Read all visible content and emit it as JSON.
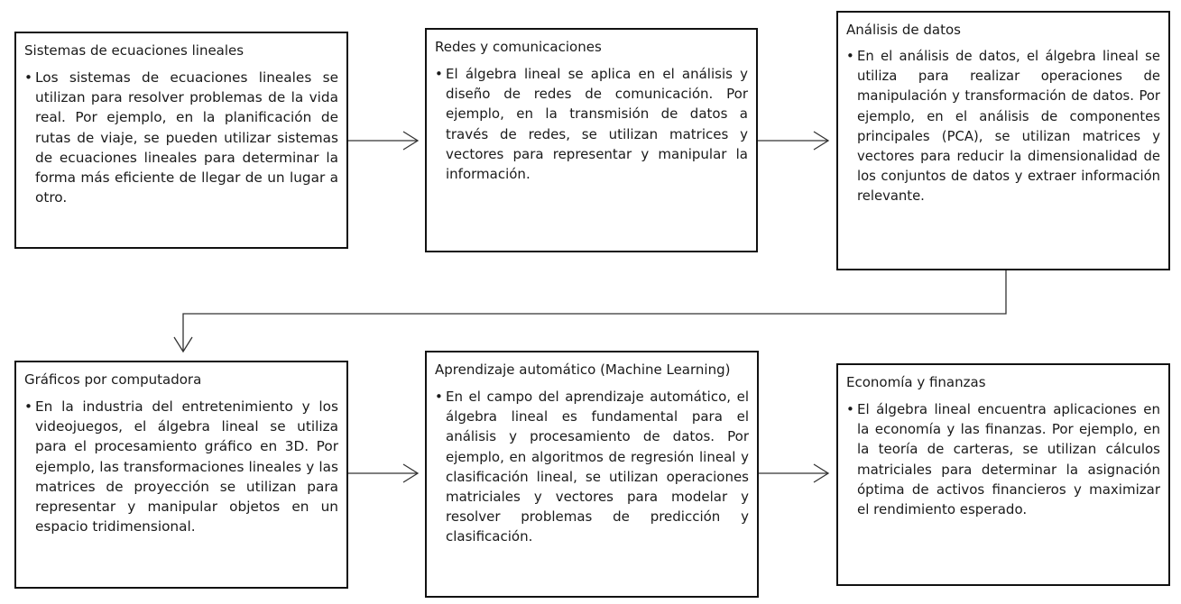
{
  "flow": {
    "boxes": [
      {
        "title": "Sistemas de ecuaciones lineales",
        "bullet": "•",
        "text": "Los sistemas de ecuaciones lineales se utilizan para resolver problemas de la vida real. Por ejemplo, en la planificación de rutas de viaje, se pueden utilizar sistemas de ecuaciones lineales para determinar la forma más eficiente de llegar de un lugar a otro."
      },
      {
        "title": "Redes y comunicaciones",
        "bullet": "•",
        "text": "El álgebra lineal se aplica en el análisis y diseño de redes de comunicación. Por ejemplo, en la transmisión de datos a través de redes, se utilizan matrices y vectores para representar y manipular la información."
      },
      {
        "title": "Análisis de datos",
        "bullet": "•",
        "text": "En el análisis de datos, el álgebra lineal se utiliza para realizar operaciones de manipulación y transformación de datos. Por ejemplo, en el análisis de componentes principales (PCA), se utilizan matrices y vectores para reducir la dimensionalidad de los conjuntos de datos y extraer información relevante."
      },
      {
        "title": "Gráficos por computadora",
        "bullet": "•",
        "text": "En la industria del entretenimiento y los videojuegos, el álgebra lineal se utiliza para el procesamiento gráfico en 3D. Por ejemplo, las transformaciones lineales y las matrices de proyección se utilizan para representar y manipular objetos en un espacio tridimensional."
      },
      {
        "title": "Aprendizaje automático (Machine Learning)",
        "bullet": "•",
        "text": "En el campo del aprendizaje automático, el álgebra lineal es fundamental para el análisis y procesamiento de datos. Por ejemplo, en algoritmos de regresión lineal y clasificación lineal, se utilizan operaciones matriciales y vectores para modelar y resolver problemas de predicción y clasificación."
      },
      {
        "title": "Economía y finanzas",
        "bullet": "•",
        "text": "El álgebra lineal encuentra aplicaciones en la economía y las finanzas. Por ejemplo, en la teoría de carteras, se utilizan cálculos matriciales para determinar la asignación óptima de activos financieros y maximizar el rendimiento esperado."
      }
    ],
    "connector_color": "#333333"
  }
}
